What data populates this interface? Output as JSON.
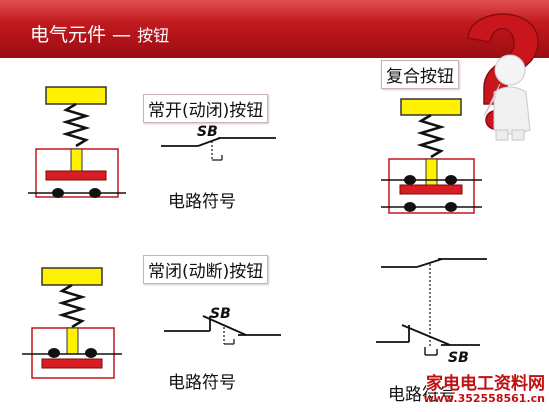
{
  "title": {
    "main": "电气元件 —",
    "sub": "按钮"
  },
  "labels": {
    "no_button": "常开(动闭)按钮",
    "nc_button": "常闭(动断)按钮",
    "compound_button": "复合按钮",
    "symbol_1": "电路符号",
    "symbol_2": "电路符号",
    "symbol_3": "电路符号",
    "sb_1": "SB",
    "sb_2": "SB",
    "sb_3": "SB"
  },
  "watermark": {
    "name": "家电电工资料网",
    "url": "www.352558561.cn"
  },
  "colors": {
    "title_red": "#c0161c",
    "cap_yellow": "#fff200",
    "contact_red": "#d81e24",
    "housing_outline": "#c0161c"
  }
}
